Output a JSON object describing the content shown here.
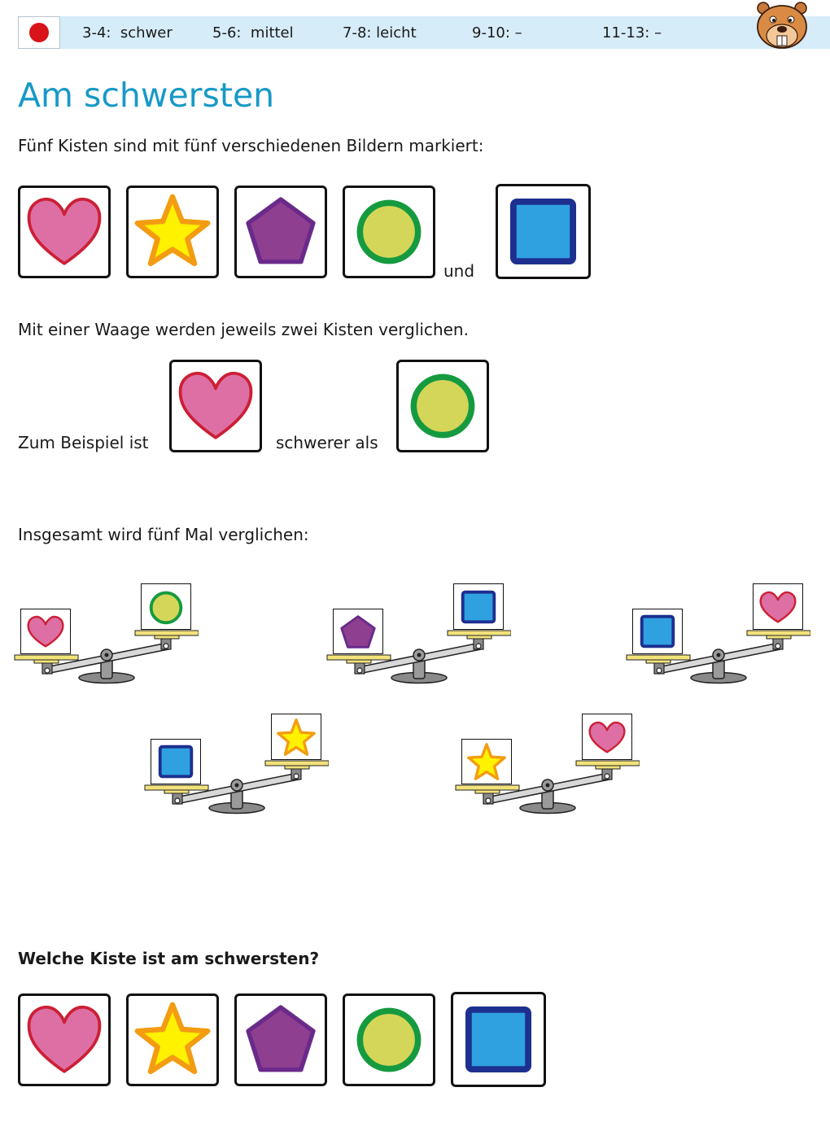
{
  "header": {
    "levels": [
      {
        "label": "3-4:  schwer"
      },
      {
        "label": "5-6:  mittel"
      },
      {
        "label": "7-8: leicht"
      },
      {
        "label": "9-10: –"
      },
      {
        "label": "11-13: –"
      }
    ],
    "flag_color": "#d8131a",
    "bar_color": "#d6ecf9"
  },
  "title": "Am schwersten",
  "intro": "Fünf Kisten sind mit fünf verschiedenen Bildern markiert:",
  "and_word": "und",
  "weigh_text": "Mit einer Waage werden jeweils zwei Kisten verglichen.",
  "example": {
    "prefix": "Zum Beispiel ist",
    "middle": "schwerer als"
  },
  "comparisons_text": "Insgesamt wird fünf Mal verglichen:",
  "question": "Welche Kiste ist am schwersten?",
  "symbols": [
    "heart-icon",
    "star-icon",
    "pentagon-icon",
    "circle-icon",
    "square-icon"
  ],
  "colors": {
    "heart_fill": "#dd6fa4",
    "heart_stroke": "#cc1f35",
    "star_fill": "#fff200",
    "star_stroke": "#f39c12",
    "pentagon_fill": "#8e3f8f",
    "pentagon_stroke": "#6a2a8a",
    "circle_fill": "#d4d65a",
    "circle_stroke": "#159a3f",
    "square_fill": "#2fa0e0",
    "square_stroke": "#1d2f8f",
    "title": "#1799c7"
  }
}
